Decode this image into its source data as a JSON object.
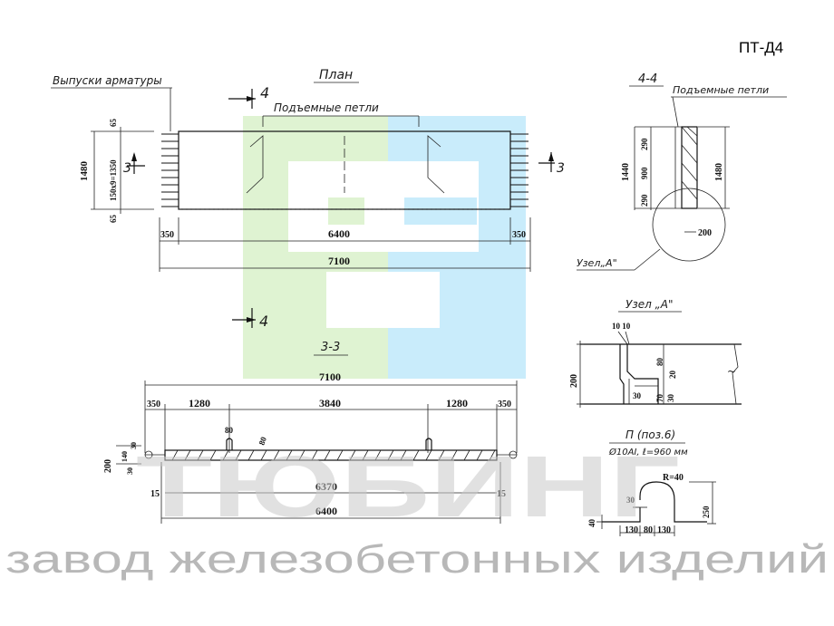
{
  "drawing_code": "ПТ-Д4",
  "plan": {
    "title": "План",
    "rebar_outlets_label": "Выпуски арматуры",
    "lifting_loops_label": "Подъемные петли",
    "section_4_mark": "4",
    "section_3_mark": "3",
    "dim_height_total": "1480",
    "dim_top_65": "65",
    "dim_bottom_65": "65",
    "dim_rebar_spacing": "150x9=1350",
    "dim_left_350": "350",
    "dim_right_350": "350",
    "dim_inner_6400": "6400",
    "dim_total_7100": "7100"
  },
  "section_4_4": {
    "title": "4-4",
    "lifting_loops_label": "Подъемные петли",
    "dim_290_top": "290",
    "dim_900": "900",
    "dim_290_bottom": "290",
    "dim_1440": "1440",
    "dim_1480": "1480",
    "dim_200": "200",
    "node_label": "Узел„А\""
  },
  "node_a": {
    "title": "Узел „А\"",
    "dim_10_10": "10 10",
    "dim_200": "200",
    "dim_80": "80",
    "dim_20": "20",
    "dim_30": "30",
    "dim_70": "70",
    "dim_30b": "30"
  },
  "section_3_3": {
    "title": "3-3",
    "dim_7100": "7100",
    "dim_350_left": "350",
    "dim_1280_left": "1280",
    "dim_3840": "3840",
    "dim_1280_right": "1280",
    "dim_350_right": "350",
    "dim_80_a": "80",
    "dim_80_b": "80",
    "dim_200": "200",
    "dim_140": "140",
    "dim_30_top": "30",
    "dim_30_bottom": "30",
    "dim_15_left": "15",
    "dim_6370": "6370",
    "dim_15_right": "15",
    "dim_6400": "6400"
  },
  "loop_detail": {
    "title": "П (поз.6)",
    "spec": "Ø10AI,  ℓ=960 мм",
    "dim_r40": "R=40",
    "dim_30": "30",
    "dim_250": "250",
    "dim_40": "40",
    "dim_130_left": "130",
    "dim_80": "80",
    "dim_130_right": "130"
  },
  "watermark": {
    "brand": "ТЮБИНГ",
    "tagline": "завод железобетонных изделий"
  },
  "colors": {
    "logo_green": "#dff3d2",
    "logo_blue": "#c9ecfb",
    "watermark_gray": "#c8c8c8",
    "line": "#111111"
  }
}
